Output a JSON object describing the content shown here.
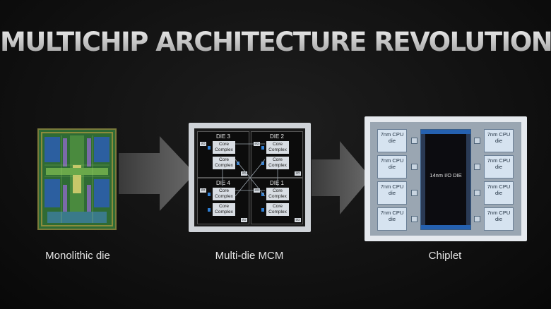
{
  "title": "MULTICHIP ARCHITECTURE REVOLUTION",
  "panels": [
    {
      "label": "Monolithic die"
    },
    {
      "label": "Multi-die MCM"
    },
    {
      "label": "Chiplet"
    }
  ],
  "mcm": {
    "dies": [
      {
        "name": "DIE 3",
        "cores": [
          "Core Complex",
          "Core Complex"
        ]
      },
      {
        "name": "DIE 2",
        "cores": [
          "Core Complex",
          "Core Complex"
        ]
      },
      {
        "name": "DIE 4",
        "cores": [
          "Core Complex",
          "Core Complex"
        ]
      },
      {
        "name": "DIE 1",
        "cores": [
          "Core Complex",
          "Core Complex"
        ]
      }
    ],
    "io_tag": "I/O"
  },
  "chiplet": {
    "cpu_label": "7nm CPU die",
    "io_die_label": "14nm I/O DIE"
  },
  "colors": {
    "background": "#111111",
    "arrow": "#5a5a5a",
    "io_blue": "#2561b0",
    "cpu_die": "#d6e3f0"
  }
}
